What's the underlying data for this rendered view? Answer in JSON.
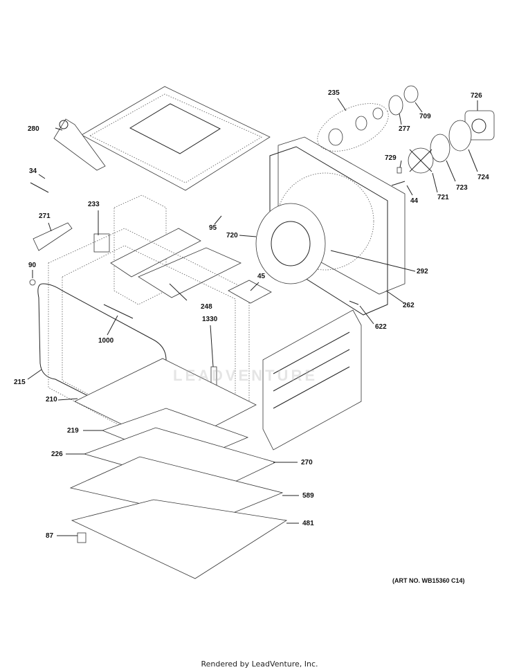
{
  "art_number": "(ART NO. WB15360 C14)",
  "footer": "Rendered by LeadVenture, Inc.",
  "watermark": "LEADVENTURE",
  "callouts": {
    "p280": "280",
    "p34": "34",
    "p233": "233",
    "p271": "271",
    "p90": "90",
    "p95": "95",
    "p720": "720",
    "p45": "45",
    "p248": "248",
    "p1000": "1000",
    "p1330": "1330",
    "p215": "215",
    "p210": "210",
    "p219": "219",
    "p226": "226",
    "p270": "270",
    "p589": "589",
    "p481": "481",
    "p87": "87",
    "p235": "235",
    "p277": "277",
    "p709": "709",
    "p726": "726",
    "p729": "729",
    "p44": "44",
    "p721": "721",
    "p723": "723",
    "p724": "724",
    "p292": "292",
    "p262": "262",
    "p622": "622"
  }
}
